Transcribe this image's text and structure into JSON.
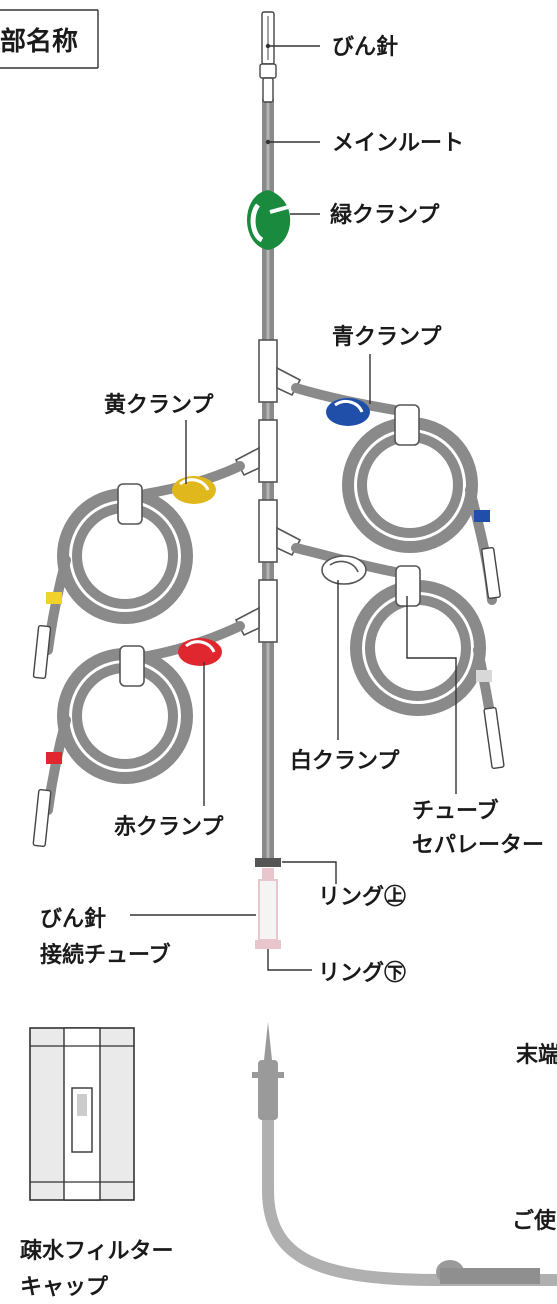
{
  "header": {
    "title": "部名称"
  },
  "labels": {
    "bin_needle": "びん針",
    "main_route": "メインルート",
    "green_clamp": "緑クランプ",
    "blue_clamp": "青クランプ",
    "yellow_clamp": "黄クランプ",
    "white_clamp": "白クランプ",
    "red_clamp": "赤クランプ",
    "tube_separator_1": "チューブ",
    "tube_separator_2": "セパレーター",
    "ring_upper": "リング㊤",
    "ring_lower": "リング㊦",
    "bin_needle_tube_1": "びん針",
    "bin_needle_tube_2": "接続チューブ",
    "filter_cap_1": "疎水フィルター",
    "filter_cap_2": "キャップ",
    "cut_text_1": "末端",
    "cut_text_2": "ご使"
  },
  "colors": {
    "tube": "#8a8a8a",
    "green": "#1a8a3e",
    "blue": "#1f4fa8",
    "yellow": "#e0b81e",
    "red": "#e0262e",
    "white": "#ffffff",
    "ring": "#555555",
    "pink": "#e8c6cc"
  }
}
